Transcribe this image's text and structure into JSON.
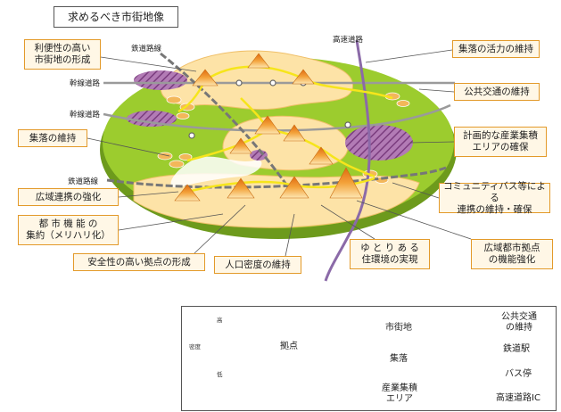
{
  "title": "求めるべき市街地像",
  "roads": {
    "railway_top": "鉄道路線",
    "expressway": "高速道路",
    "trunk_1": "幹線道路",
    "trunk_2": "幹線道路",
    "railway_bottom": "鉄道路線"
  },
  "callouts": {
    "convenience": [
      "利便性の高い",
      "市街地の形成"
    ],
    "village_vitality": "集落の活力の維持",
    "public_transport": "公共交通の維持",
    "village_maintain": "集落の維持",
    "industry": [
      "計画的な産業集積",
      "エリアの確保"
    ],
    "community_bus": [
      "コミュニティバス等による",
      "連携の維持・確保"
    ],
    "wide_area": "広域連携の強化",
    "urban_function": [
      "都 市 機 能 の",
      "集約（メリハリ化）"
    ],
    "safe_hub": "安全性の高い拠点の形成",
    "population_density": "人口密度の維持",
    "relaxed_living": [
      "ゆ と り あ る",
      "住環境の実現"
    ],
    "regional_hub": [
      "広域都市拠点",
      "の機能強化"
    ]
  },
  "legend": {
    "pyramid_high": "高",
    "pyramid_axis": "密度",
    "pyramid_low": "低",
    "hub": "拠点",
    "urban_area": "市街地",
    "village": "集落",
    "industry_area": [
      "産業集積",
      "エリア"
    ],
    "public_transport": [
      "公共交通",
      "の維持"
    ],
    "railway_station": "鉄道駅",
    "bus_stop": "バス停",
    "expressway_ic": "高速道路IC"
  },
  "colors": {
    "ground": "#9ccc2e",
    "ground_edge": "#6d9a1c",
    "urban": "#fde3a7",
    "village": "#f3b75a",
    "industry": "#8e4b8f",
    "transport": "#f6e51b",
    "road": "#9a9a9a",
    "expressway": "#8b6aa8",
    "callout_border": "#e39a2a"
  }
}
